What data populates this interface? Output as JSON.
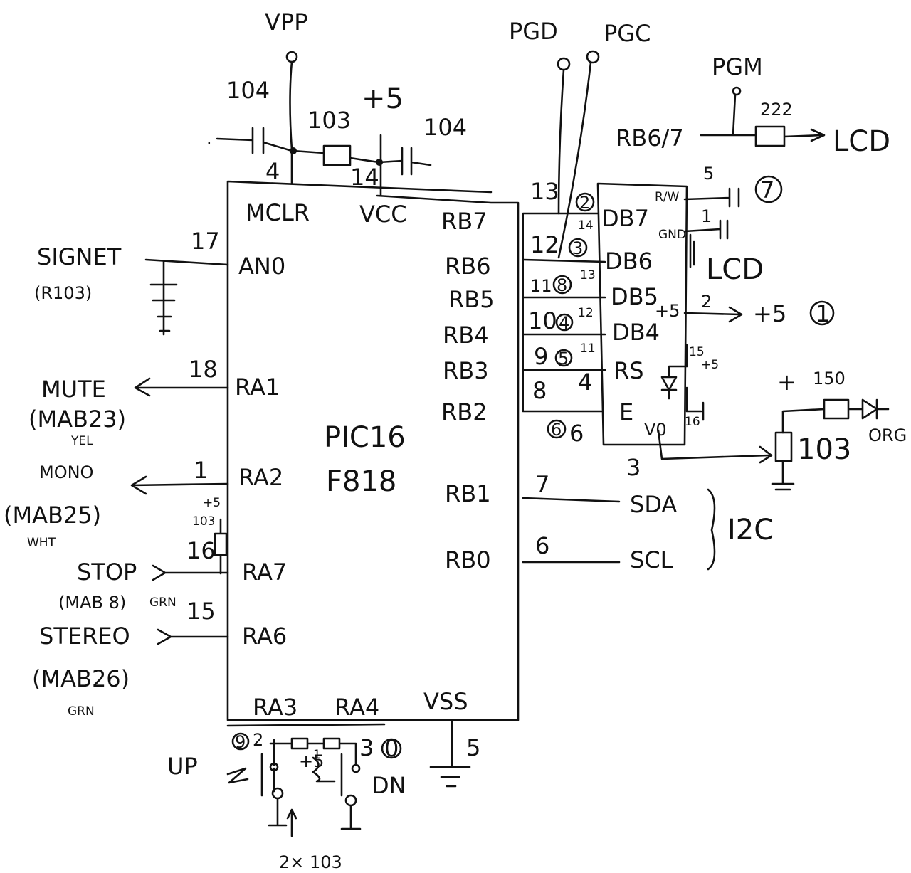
{
  "chip": {
    "name_line1": "PIC16",
    "name_line2": "F818"
  },
  "top": {
    "vpp": "VPP",
    "pgd": "PGD",
    "pgc": "PGC",
    "pgm": "PGM",
    "cap_left": "104",
    "res_103": "103",
    "plus5": "+5",
    "cap_right": "104",
    "pin4": "4",
    "pin14": "14"
  },
  "pins": {
    "mclr": "MCLR",
    "vcc": "VCC",
    "an0": "AN0",
    "ra1": "RA1",
    "ra2": "RA2",
    "ra7": "RA7",
    "ra6": "RA6",
    "ra3": "RA3",
    "ra4": "RA4",
    "vss": "VSS",
    "rb7": "RB7",
    "rb6": "RB6",
    "rb5": "RB5",
    "rb4": "RB4",
    "rb3": "RB3",
    "rb2": "RB2",
    "rb1": "RB1",
    "rb0": "RB0"
  },
  "left": {
    "signet": "SIGNET",
    "signet_sub": "(R103)",
    "n17": "17",
    "mute": "MUTE",
    "mute_sub": "(MAB23)",
    "mute_col": "YEL",
    "n18": "18",
    "mono": "MONO",
    "mono_sub": "(MAB25)",
    "mono_col": "WHT",
    "n1": "1",
    "r_plus5": "+5",
    "r_103": "103",
    "n16": "16",
    "stop": "STOP",
    "stop_sub": "(MAB 8)",
    "stop_col": "GRN",
    "n15": "15",
    "stereo": "STEREO",
    "stereo_sub": "(MAB26)",
    "stereo_col": "GRN"
  },
  "right_nums": {
    "n13": "13",
    "n12": "12",
    "n11": "11",
    "n10": "10",
    "n9": "9",
    "n8": "8",
    "n7": "7",
    "n6": "6",
    "n4": "4",
    "n6b": "6",
    "c2": "2",
    "c3": "3",
    "c8": "8",
    "c4": "4",
    "c5": "5",
    "c6": "6",
    "s14": "14",
    "s13": "13",
    "s12": "12",
    "s11": "11"
  },
  "lcd": {
    "db7": "DB7",
    "db6": "DB6",
    "db5": "DB5",
    "db4": "DB4",
    "rs": "RS",
    "en": "E",
    "v0": "V0",
    "rw": "R/W",
    "gnd": "GND",
    "plus5in": "+5",
    "title": "LCD",
    "n5": "5",
    "n1": "1",
    "n2": "2",
    "n15": "15",
    "n16": "16",
    "n3": "3",
    "to_plus5": "+5",
    "c1": "1",
    "c7": "7",
    "led_plus5": "+5"
  },
  "rb6_7": {
    "label": "RB6/7",
    "res": "222",
    "dest": "LCD"
  },
  "i2c": {
    "sda": "SDA",
    "scl": "SCL",
    "bus": "I2C"
  },
  "contrast": {
    "plus": "+",
    "res150": "150",
    "pot": "103",
    "led_col": "ORG"
  },
  "bottom": {
    "up": "UP",
    "dn": "DN",
    "c9": "9",
    "n2": "2",
    "n3": "3",
    "c0": "0",
    "plus5": "+5",
    "n5": "5",
    "res": "2× 103",
    "n1": "1"
  }
}
